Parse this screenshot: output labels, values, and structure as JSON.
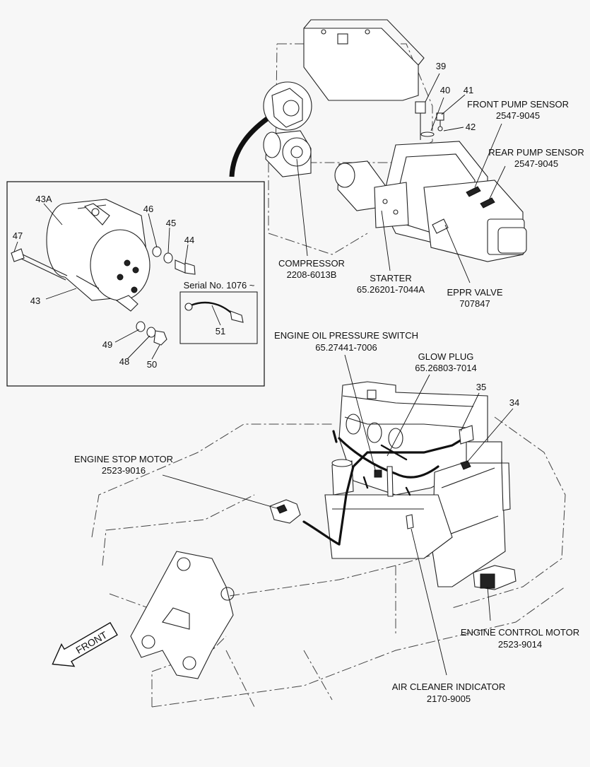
{
  "labels": {
    "compressor": {
      "name": "COMPRESSOR",
      "part": "2208-6013B"
    },
    "starter": {
      "name": "STARTER",
      "part": "65.26201-7044A"
    },
    "eppr_valve": {
      "name": "EPPR VALVE",
      "part": "707847"
    },
    "front_pump_sensor": {
      "name": "FRONT PUMP SENSOR",
      "part": "2547-9045"
    },
    "rear_pump_sensor": {
      "name": "REAR PUMP SENSOR",
      "part": "2547-9045"
    },
    "engine_oil_pressure_switch": {
      "name": "ENGINE OIL PRESSURE SWITCH",
      "part": "65.27441-7006"
    },
    "glow_plug": {
      "name": "GLOW PLUG",
      "part": "65.26803-7014"
    },
    "engine_stop_motor": {
      "name": "ENGINE STOP MOTOR",
      "part": "2523-9016"
    },
    "engine_control_motor": {
      "name": "ENGINE CONTROL MOTOR",
      "part": "2523-9014"
    },
    "air_cleaner_indicator": {
      "name": "AIR CLEANER INDICATOR",
      "part": "2170-9005"
    }
  },
  "callouts": {
    "n39": "39",
    "n40": "40",
    "n41": "41",
    "n42": "42",
    "n43a": "43A",
    "n43": "43",
    "n44": "44",
    "n45": "45",
    "n46": "46",
    "n47": "47",
    "n48": "48",
    "n49": "49",
    "n50": "50",
    "n51": "51",
    "n34": "34",
    "n35": "35"
  },
  "inset": {
    "serial_note": "Serial No. 1076 ~"
  },
  "front_arrow": "FRONT"
}
